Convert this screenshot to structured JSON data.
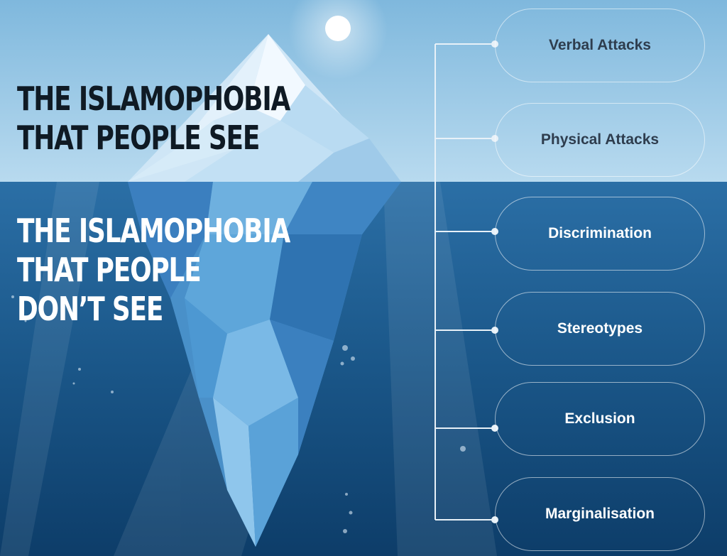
{
  "headings": {
    "visible_lines": [
      "THE ISLAMOPHOBIA",
      "THAT PEOPLE SEE"
    ],
    "hidden_lines": [
      "THE ISLAMOPHOBIA",
      "THAT PEOPLE",
      "DON’T SEE"
    ]
  },
  "branches": [
    {
      "label": "Verbal Attacks",
      "zone": "above-water"
    },
    {
      "label": "Physical Attacks",
      "zone": "above-water"
    },
    {
      "label": "Discrimination",
      "zone": "below-water"
    },
    {
      "label": "Stereotypes",
      "zone": "below-water"
    },
    {
      "label": "Exclusion",
      "zone": "below-water"
    },
    {
      "label": "Marginalisation",
      "zone": "below-water"
    }
  ],
  "colors": {
    "sky": "#a9cfe8",
    "water": "#1d5f98",
    "deep_water": "#0d3f6d",
    "ice": "#cfe9fb",
    "connector": "#e8f1f8"
  }
}
